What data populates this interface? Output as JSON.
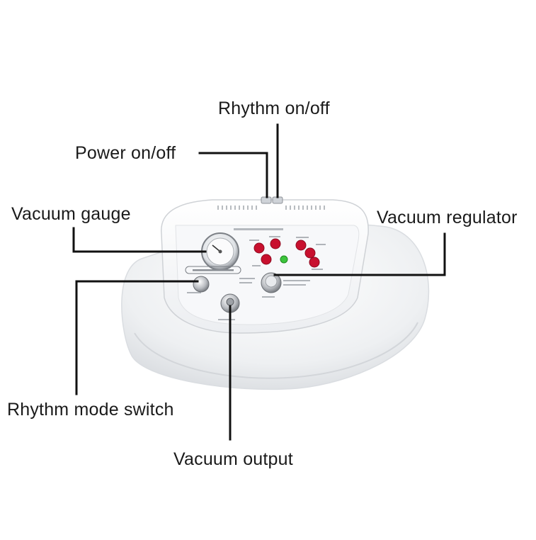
{
  "labels": {
    "rhythm_onoff": "Rhythm on/off",
    "power_onoff": "Power on/off",
    "vacuum_gauge": "Vacuum gauge",
    "vacuum_regulator": "Vacuum regulator",
    "rhythm_mode_switch": "Rhythm mode switch",
    "vacuum_output": "Vacuum output"
  },
  "colors": {
    "background": "#ffffff",
    "device_body": "#f2f3f5",
    "indicator_red": "#c8102e",
    "indicator_green": "#3cc43c",
    "leader_line": "#111111"
  }
}
